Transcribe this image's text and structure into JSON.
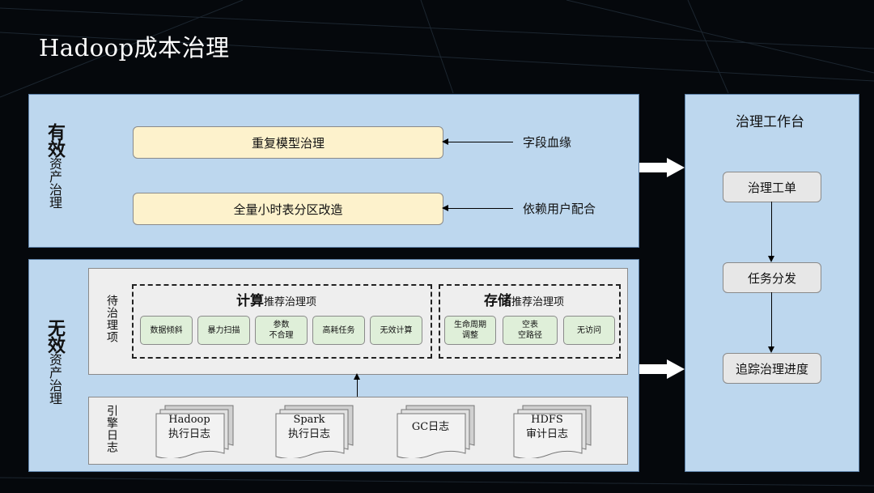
{
  "title": "Hadoop成本治理",
  "effective": {
    "label_strong": "有效",
    "label_sub": "资产治理",
    "items": [
      {
        "box": "重复模型治理",
        "source": "字段血缘"
      },
      {
        "box": "全量小时表分区改造",
        "source": "依赖用户配合"
      }
    ]
  },
  "ineffective": {
    "label_strong": "无效",
    "label_sub": "资产治理",
    "pending": {
      "label": "待治理项",
      "compute": {
        "title_strong": "计算",
        "title_rest": "推荐治理项",
        "chips": [
          "数据倾斜",
          "暴力扫描",
          "参数\n不合理",
          "高耗任务",
          "无效计算"
        ]
      },
      "storage": {
        "title_strong": "存储",
        "title_rest": "推荐治理项",
        "chips": [
          "生命周期\n调整",
          "空表\n空路径",
          "无访问"
        ]
      }
    },
    "logs": {
      "label": "引擎日志",
      "docs": [
        "Hadoop\n执行日志",
        "Spark\n执行日志",
        "GC日志",
        "HDFS\n审计日志"
      ]
    }
  },
  "workbench": {
    "title": "治理工作台",
    "steps": [
      "治理工单",
      "任务分发",
      "追踪治理进度"
    ]
  }
}
